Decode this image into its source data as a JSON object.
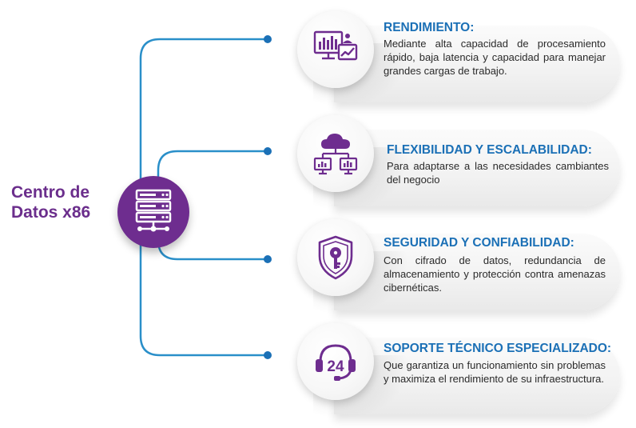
{
  "hub": {
    "label_line1": "Centro de",
    "label_line2": "Datos x86",
    "icon": "server-rack-icon"
  },
  "colors": {
    "purple": "#6e2d8f",
    "blue": "#1b70b6",
    "connector": "#2a8fc9",
    "text": "#2a2a2a"
  },
  "items": [
    {
      "title": "RENDIMIENTO:",
      "description": "Mediante alta capacidad de procesamiento rápido, baja latencia y capacidad para manejar grandes cargas de trabajo.",
      "icon": "performance-monitor-icon"
    },
    {
      "title": "FLEXIBILIDAD Y ESCALABILIDAD:",
      "description": "Para adaptarse a las necesidades cambiantes del negocio",
      "icon": "cloud-network-icon"
    },
    {
      "title": "SEGURIDAD Y CONFIABILIDAD:",
      "description": "Con cifrado de datos, redundancia de almacenamiento y protección contra amenazas cibernéticas.",
      "icon": "shield-key-icon"
    },
    {
      "title": "SOPORTE TÉCNICO ESPECIALIZADO:",
      "description": "Que garantiza un funcionamiento sin problemas y maximiza el rendimiento de su infraestructura.",
      "icon": "support-24-headset-icon"
    }
  ]
}
